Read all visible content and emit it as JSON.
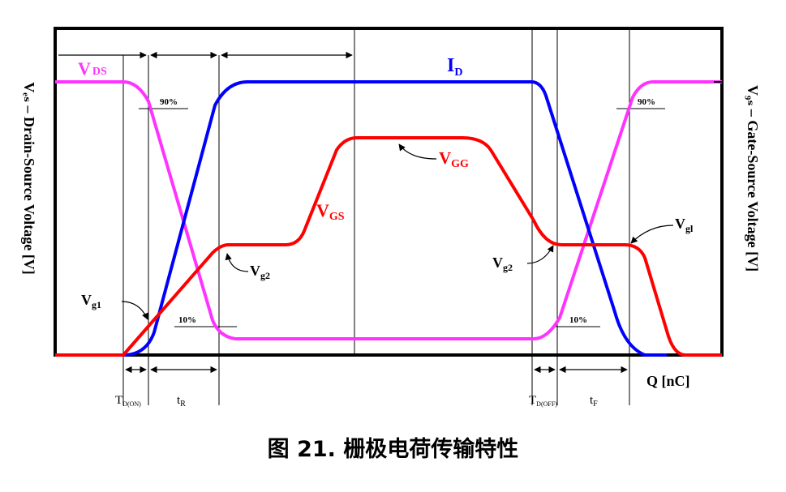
{
  "colors": {
    "vds": "#ff33ff",
    "id": "#0000ff",
    "vgs": "#ff0000",
    "frame": "#000000",
    "guides": "#000000"
  },
  "axes": {
    "left_label": "Vₑₛ – Drain-Source Voltage [V]",
    "right_label": "V₉ₛ – Gate-Source Voltage [V]",
    "x_label": "Q [nC]"
  },
  "curves": {
    "vds": {
      "main": "V",
      "sub": "DS"
    },
    "id": {
      "main": "I",
      "sub": "D"
    },
    "vgs": {
      "main": "V",
      "sub": "GS"
    },
    "vgg": {
      "main": "V",
      "sub": "GG"
    }
  },
  "annotations": {
    "pct90_left": "90%",
    "pct90_right": "90%",
    "pct10_left": "10%",
    "pct10_right": "10%",
    "vg1_left": {
      "main": "V",
      "sub": "g1"
    },
    "vg2_left": {
      "main": "V",
      "sub": "g2"
    },
    "vg2_right": {
      "main": "V",
      "sub": "g2"
    },
    "vg1_right": {
      "main": "V",
      "sub": "gl"
    }
  },
  "timing": {
    "td_on": {
      "main": "T",
      "sub": "D(ON)"
    },
    "t_r": {
      "main": "t",
      "sub": "R"
    },
    "td_off": {
      "main": "T",
      "sub": "D(OFF)"
    },
    "t_f": {
      "main": "t",
      "sub": "F"
    }
  },
  "caption": "图 21. 栅极电荷传输特性"
}
